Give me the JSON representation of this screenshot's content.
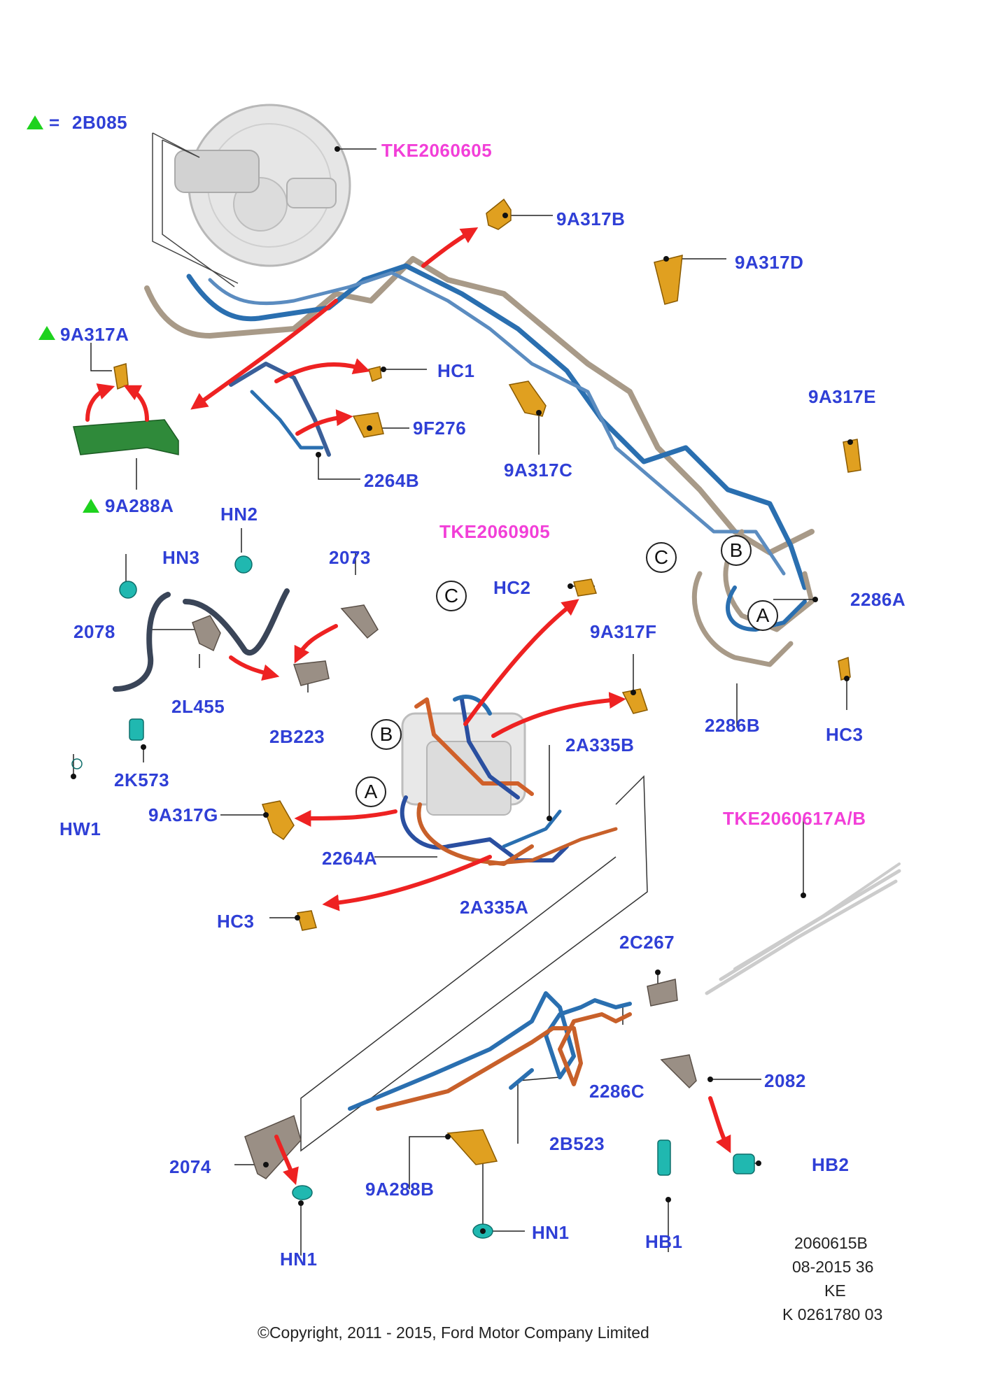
{
  "legend": {
    "symbol_color": "#1ed21e",
    "equals": "=",
    "part": "2B085"
  },
  "colors": {
    "label": "#2f3fd6",
    "reference": "#f23fd8",
    "arrow": "#ee2222",
    "bracket": "#e0a020",
    "fastener": "#20b8b0",
    "pipe_blue": "#2a6fb0",
    "pipe_grey": "#a89a88",
    "pipe_copper": "#c8602a"
  },
  "references": {
    "booster": "TKE2060605",
    "abs_unit": "TKE2060905",
    "rear_lines": "TKE2060617A/B"
  },
  "callouts": {
    "c_9A317B": "9A317B",
    "c_9A317D": "9A317D",
    "c_9A317A": "9A317A",
    "c_HC1": "HC1",
    "c_9F276": "9F276",
    "c_9A317C": "9A317C",
    "c_9A317E": "9A317E",
    "c_2264B": "2264B",
    "c_9A288A": "9A288A",
    "c_HN2": "HN2",
    "c_HN3": "HN3",
    "c_2073": "2073",
    "c_HC2": "HC2",
    "c_2078": "2078",
    "c_9A317F": "9A317F",
    "c_2286A": "2286A",
    "c_2L455": "2L455",
    "c_2B223": "2B223",
    "c_2286B": "2286B",
    "c_HC3_right": "HC3",
    "c_2A335B": "2A335B",
    "c_2K573": "2K573",
    "c_HW1": "HW1",
    "c_9A317G": "9A317G",
    "c_2264A": "2264A",
    "c_2A335A": "2A335A",
    "c_HC3_left": "HC3",
    "c_2C267": "2C267",
    "c_2082": "2082",
    "c_2286C": "2286C",
    "c_2B523": "2B523",
    "c_2074": "2074",
    "c_9A288B": "9A288B",
    "c_HB2": "HB2",
    "c_HN1_left": "HN1",
    "c_HN1_mid": "HN1",
    "c_HB1": "HB1"
  },
  "section_markers": {
    "a_main": "A",
    "b_main": "B",
    "c_main": "C",
    "a_abs": "A",
    "b_abs": "B",
    "c_abs": "C"
  },
  "footer": {
    "code": "2060615B",
    "date": "08-2015 36",
    "region": "KE",
    "ref": "K 0261780 03",
    "copyright": "©Copyright, 2011 - 2015, Ford Motor Company Limited"
  }
}
